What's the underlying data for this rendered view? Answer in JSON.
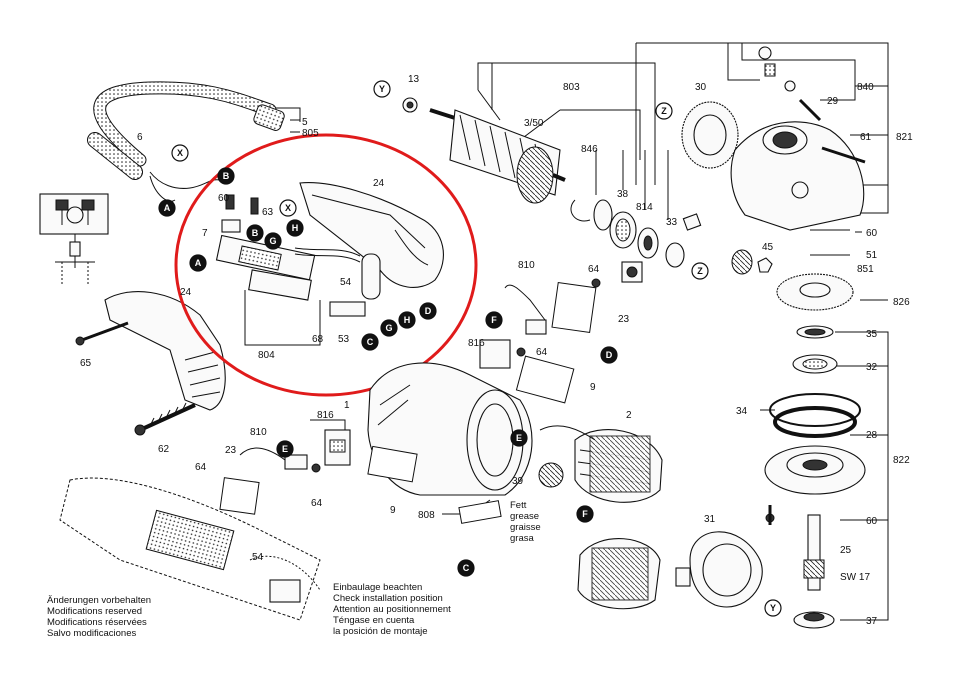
{
  "highlight_color": "#e01b1b",
  "connector_letters": [
    "X",
    "A",
    "B",
    "G",
    "H",
    "D",
    "C",
    "F",
    "E",
    "Y",
    "Z"
  ],
  "part_labels": {
    "p13": "13",
    "p803": "803",
    "p30": "30",
    "p3_50": "3/50",
    "p840": "840",
    "p29": "29",
    "p5": "5",
    "p805": "805",
    "p6": "6",
    "p61": "61",
    "p821": "821",
    "p846": "846",
    "p38": "38",
    "p814": "814",
    "p33": "33",
    "p24a": "24",
    "p60a": "60",
    "p63": "63",
    "p7": "7",
    "p60b": "60",
    "p45": "45",
    "p51": "51",
    "p851": "851",
    "p54a": "54",
    "p810a": "810",
    "p64a": "64",
    "p23a": "23",
    "p826": "826",
    "p24b": "24",
    "p68": "68",
    "p53": "53",
    "p804": "804",
    "p65": "65",
    "p816a": "816",
    "p64b": "64",
    "p35": "35",
    "p32": "32",
    "p9a": "9",
    "p1": "1",
    "p34": "34",
    "p28": "28",
    "p822": "822",
    "p62": "62",
    "p810b": "810",
    "p816b": "816",
    "p23b": "23",
    "p2": "2",
    "p64c": "64",
    "p64d": "64",
    "p39": "39",
    "p808": "808",
    "p9b": "9",
    "p60c": "60",
    "p31": "31",
    "p25": "25",
    "p54b": "54",
    "p37": "37",
    "sw17": "SW 17"
  },
  "grease_note": [
    "Fett",
    "grease",
    "graisse",
    "grasa"
  ],
  "modification_note": [
    "Änderungen vorbehalten",
    "Modifications reserved",
    "Modifications réservées",
    "Salvo modificaciones"
  ],
  "installation_note": [
    "Einbaulage beachten",
    "Check installation position",
    "Attention au positionnement",
    "Téngase en cuenta",
    "la posición de montaje"
  ]
}
